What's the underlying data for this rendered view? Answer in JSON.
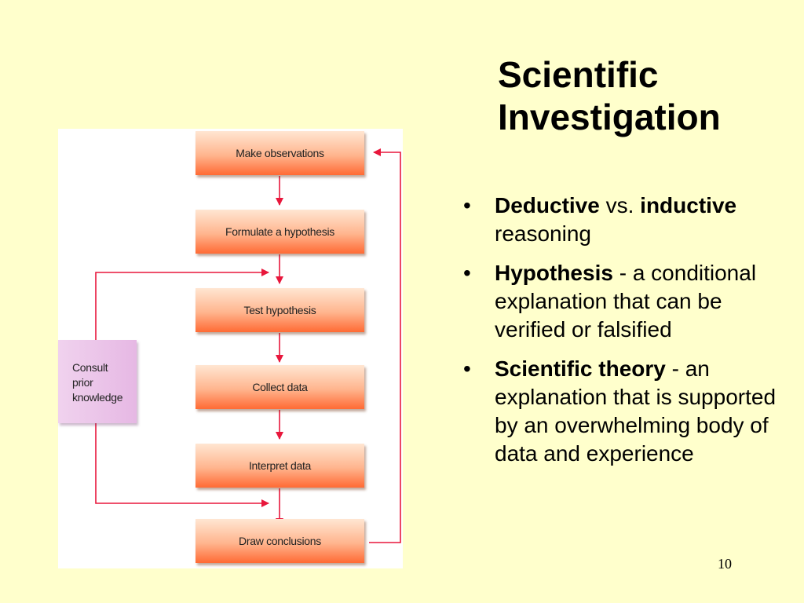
{
  "title": {
    "line1": "Scientific",
    "line2": "Investigation"
  },
  "flowchart": {
    "steps": [
      "Make observations",
      "Formulate a hypothesis",
      "Test hypothesis",
      "Collect data",
      "Interpret data",
      "Draw conclusions"
    ],
    "prior": {
      "line1": "Consult",
      "line2": "prior",
      "line3": "knowledge"
    },
    "colors": {
      "arrow": "#e8173c",
      "step_fill": "#ff9a6a",
      "prior_fill": "#e8bfe6"
    }
  },
  "bullets": [
    {
      "term": "Deductive",
      "text1": " vs. ",
      "term2": "inductive",
      "text2": " reasoning"
    },
    {
      "term": "Hypothesis",
      "text": " - a conditional explanation that can be verified or falsified"
    },
    {
      "term": "Scientific theory",
      "text": " - an explanation that is supported by an overwhelming body of data and experience"
    }
  ],
  "bullet_glyph": "•",
  "page_number": "10"
}
